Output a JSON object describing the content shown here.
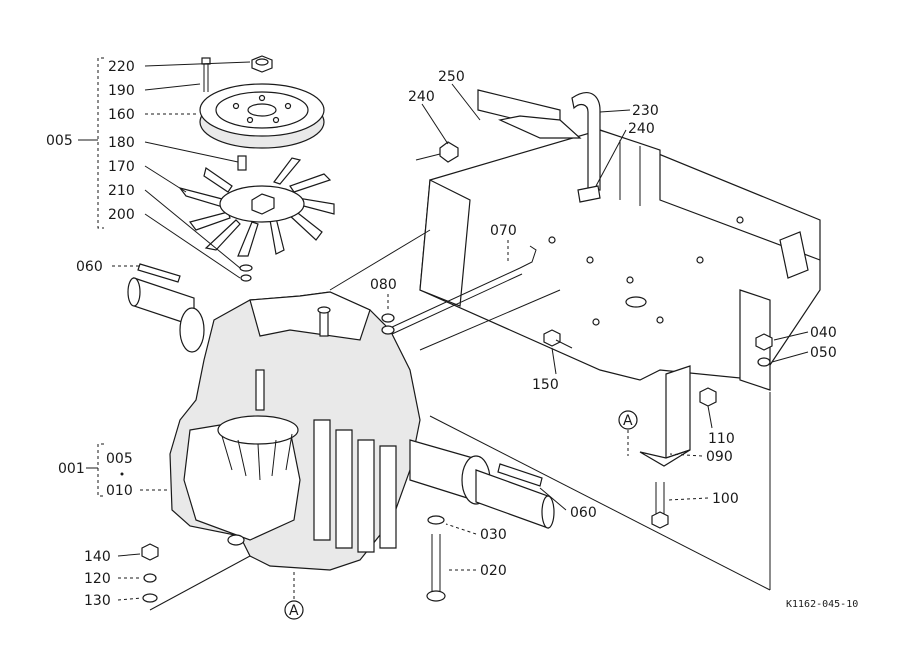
{
  "callouts": {
    "c220": "220",
    "c190": "190",
    "c160": "160",
    "c005_group": "005",
    "c180": "180",
    "c170": "170",
    "c210": "210",
    "c200": "200",
    "c060_left": "060",
    "c080": "080",
    "c070": "070",
    "c250": "250",
    "c240_left": "240",
    "c230": "230",
    "c240_right": "240",
    "c040": "040",
    "c050": "050",
    "c150": "150",
    "c110": "110",
    "c090": "090",
    "c100": "100",
    "c060_right": "060",
    "c030": "030",
    "c020": "020",
    "c001": "001",
    "c005_sub": "005",
    "c010": "010",
    "c140": "140",
    "c120": "120",
    "c130": "130",
    "ref_a_top": "A",
    "ref_a_bottom": "A"
  },
  "drawing_code": "K1162-045-10"
}
